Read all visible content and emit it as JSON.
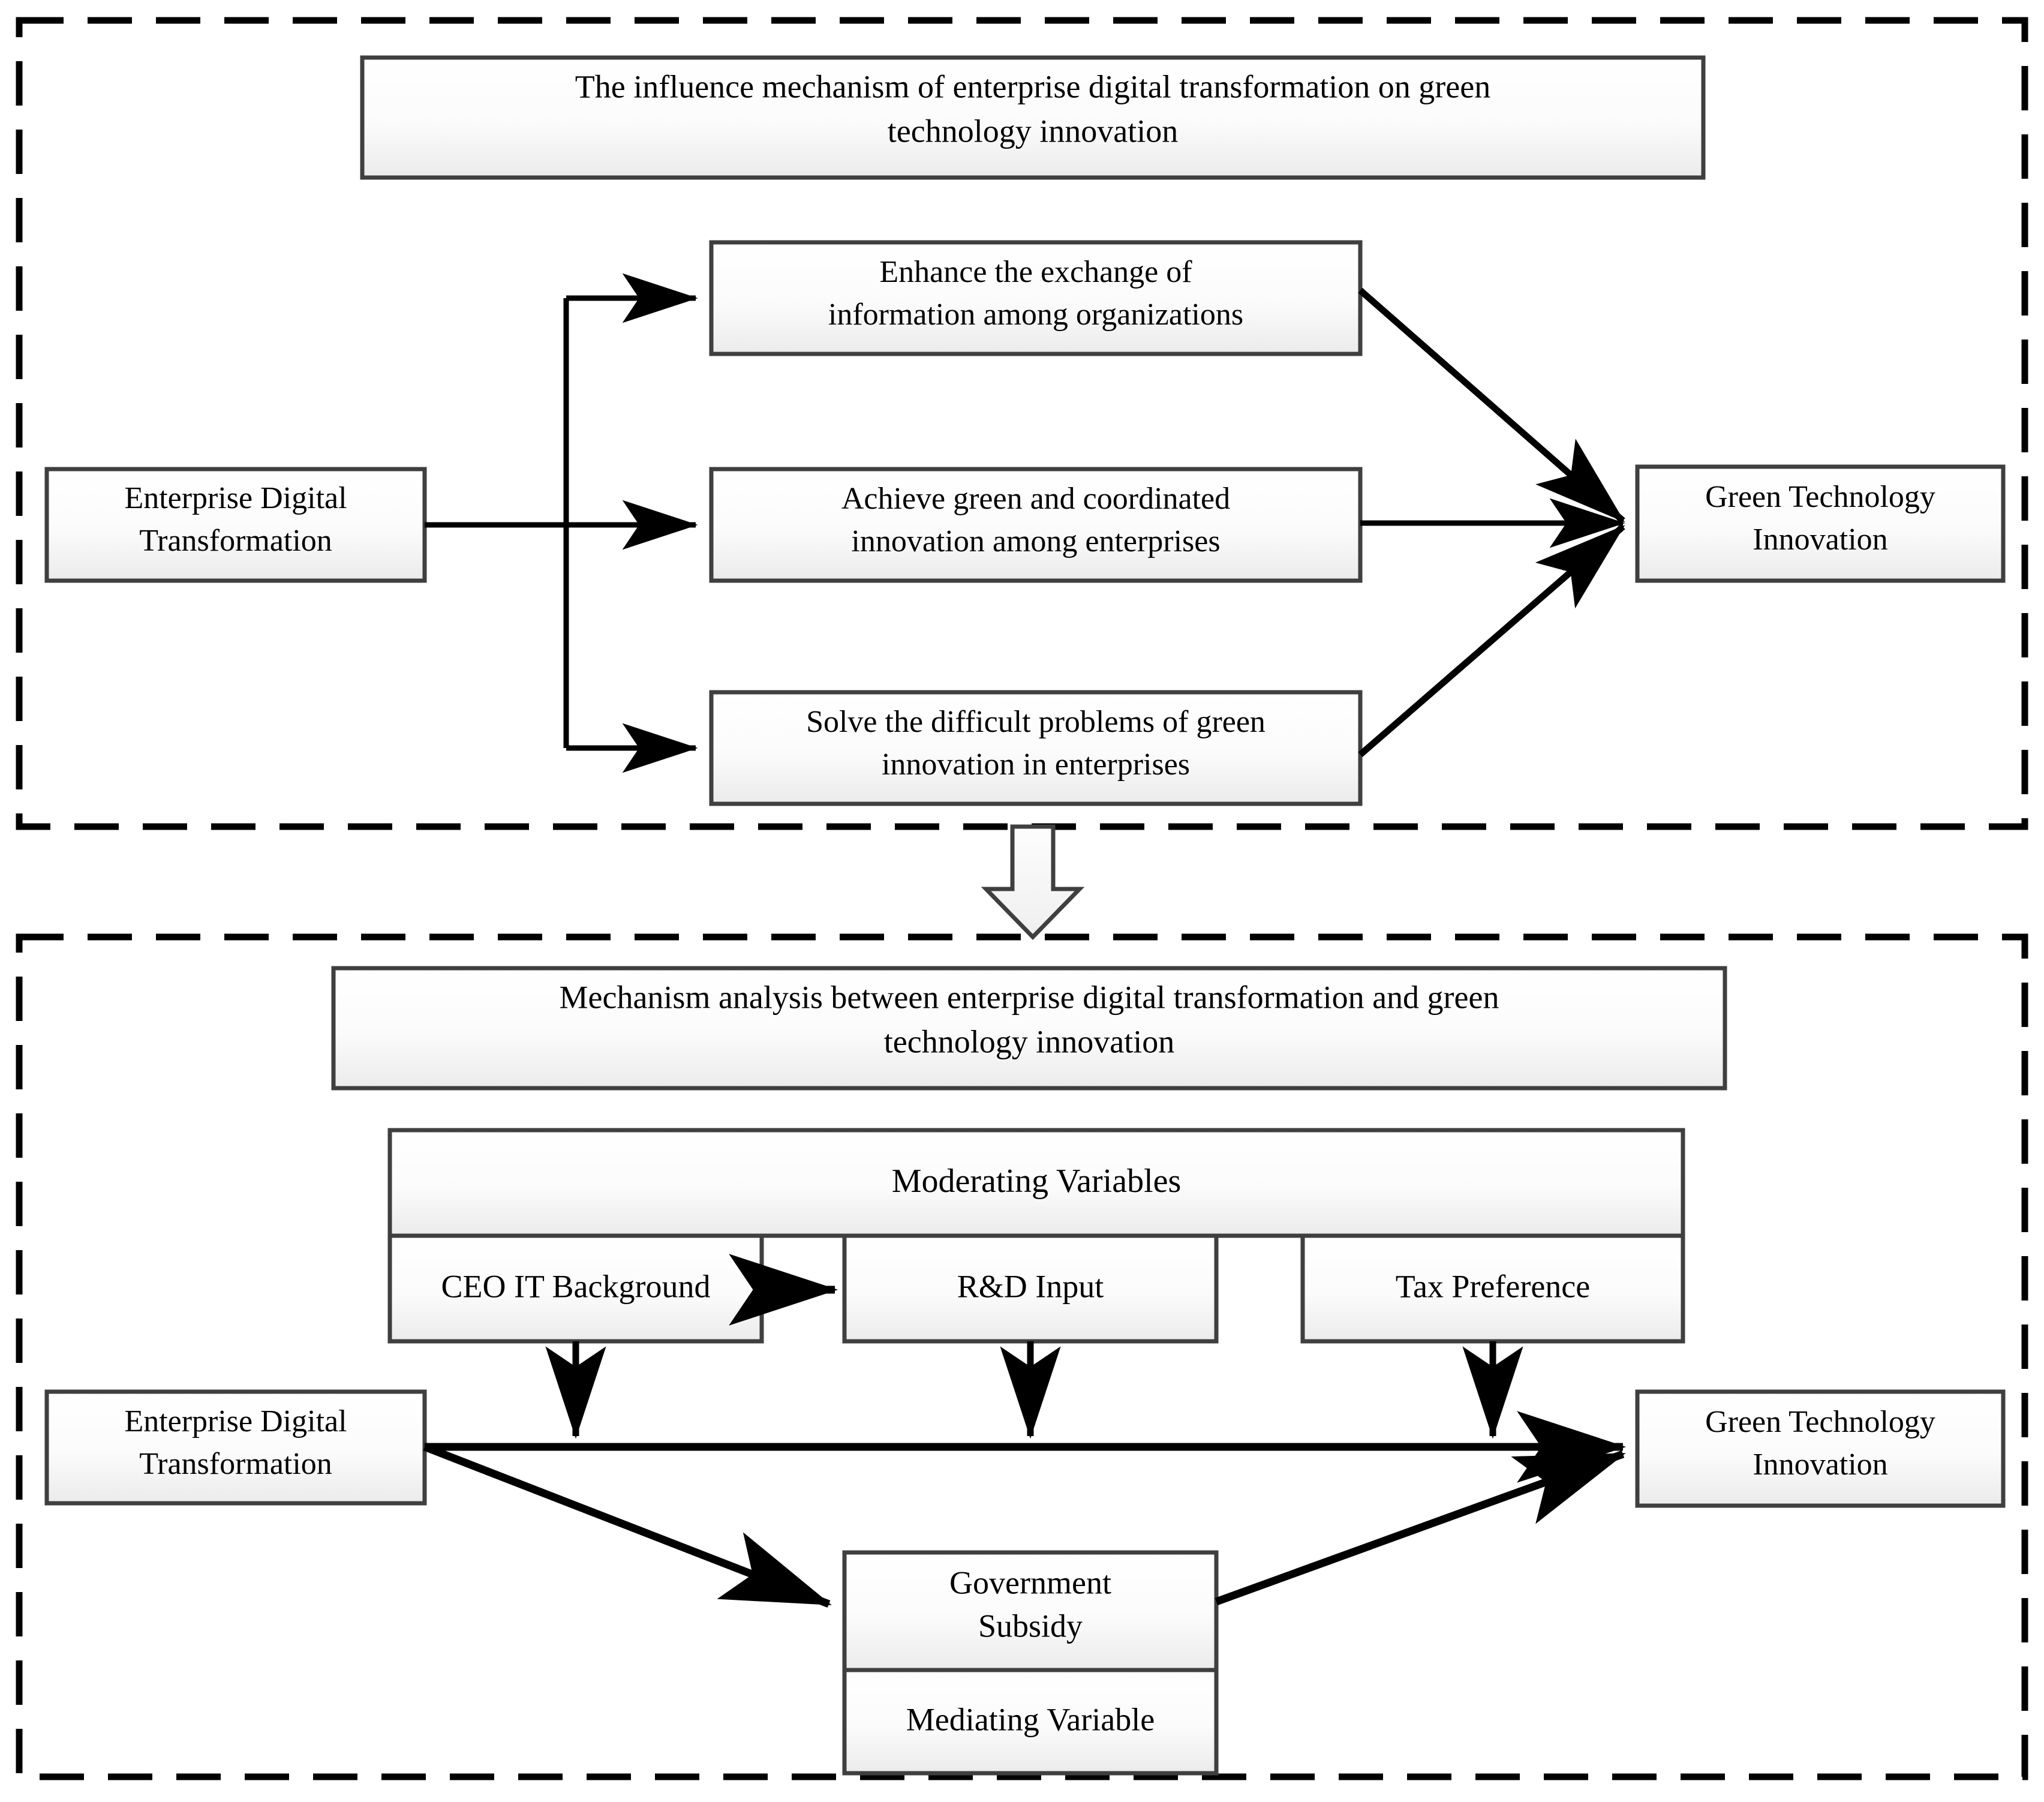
{
  "figure": {
    "type": "flow-diagram",
    "title_upper": "The influence mechanism of enterprise digital transformation on green technology innovation",
    "title_lower": "Mechanism analysis between enterprise digital transformation and green technology innovation"
  },
  "upper_panel": {
    "header": {
      "line1": "The influence mechanism of enterprise digital transformation on green",
      "line2": "technology innovation"
    },
    "source": {
      "line1": "Enterprise Digital",
      "line2": "Transformation"
    },
    "target": {
      "line1": "Green Technology",
      "line2": "Innovation"
    },
    "mechanisms": [
      {
        "line1": "Enhance the exchange of",
        "line2": "information among organizations"
      },
      {
        "line1": "Achieve green and coordinated",
        "line2": "innovation among enterprises"
      },
      {
        "line1": "Solve the difficult problems of green",
        "line2": "innovation in enterprises"
      }
    ]
  },
  "lower_panel": {
    "header": {
      "line1": "Mechanism analysis between enterprise digital transformation and green",
      "line2": "technology innovation"
    },
    "moderating_header": "Moderating Variables",
    "moderators": [
      {
        "label": "CEO IT Background"
      },
      {
        "label": "R&D Input"
      },
      {
        "label": "Tax Preference"
      }
    ],
    "source": {
      "line1": "Enterprise Digital",
      "line2": "Transformation"
    },
    "target": {
      "line1": "Green Technology",
      "line2": "Innovation"
    },
    "mediator": {
      "line1": "Government",
      "line2": "Subsidy",
      "caption": "Mediating Variable"
    }
  },
  "colors": {
    "box_border": "#3f3f3f",
    "box_fill_top": "#ffffff",
    "box_fill_bottom": "#ececec",
    "line": "#000000",
    "dashed_border": "#000000"
  }
}
